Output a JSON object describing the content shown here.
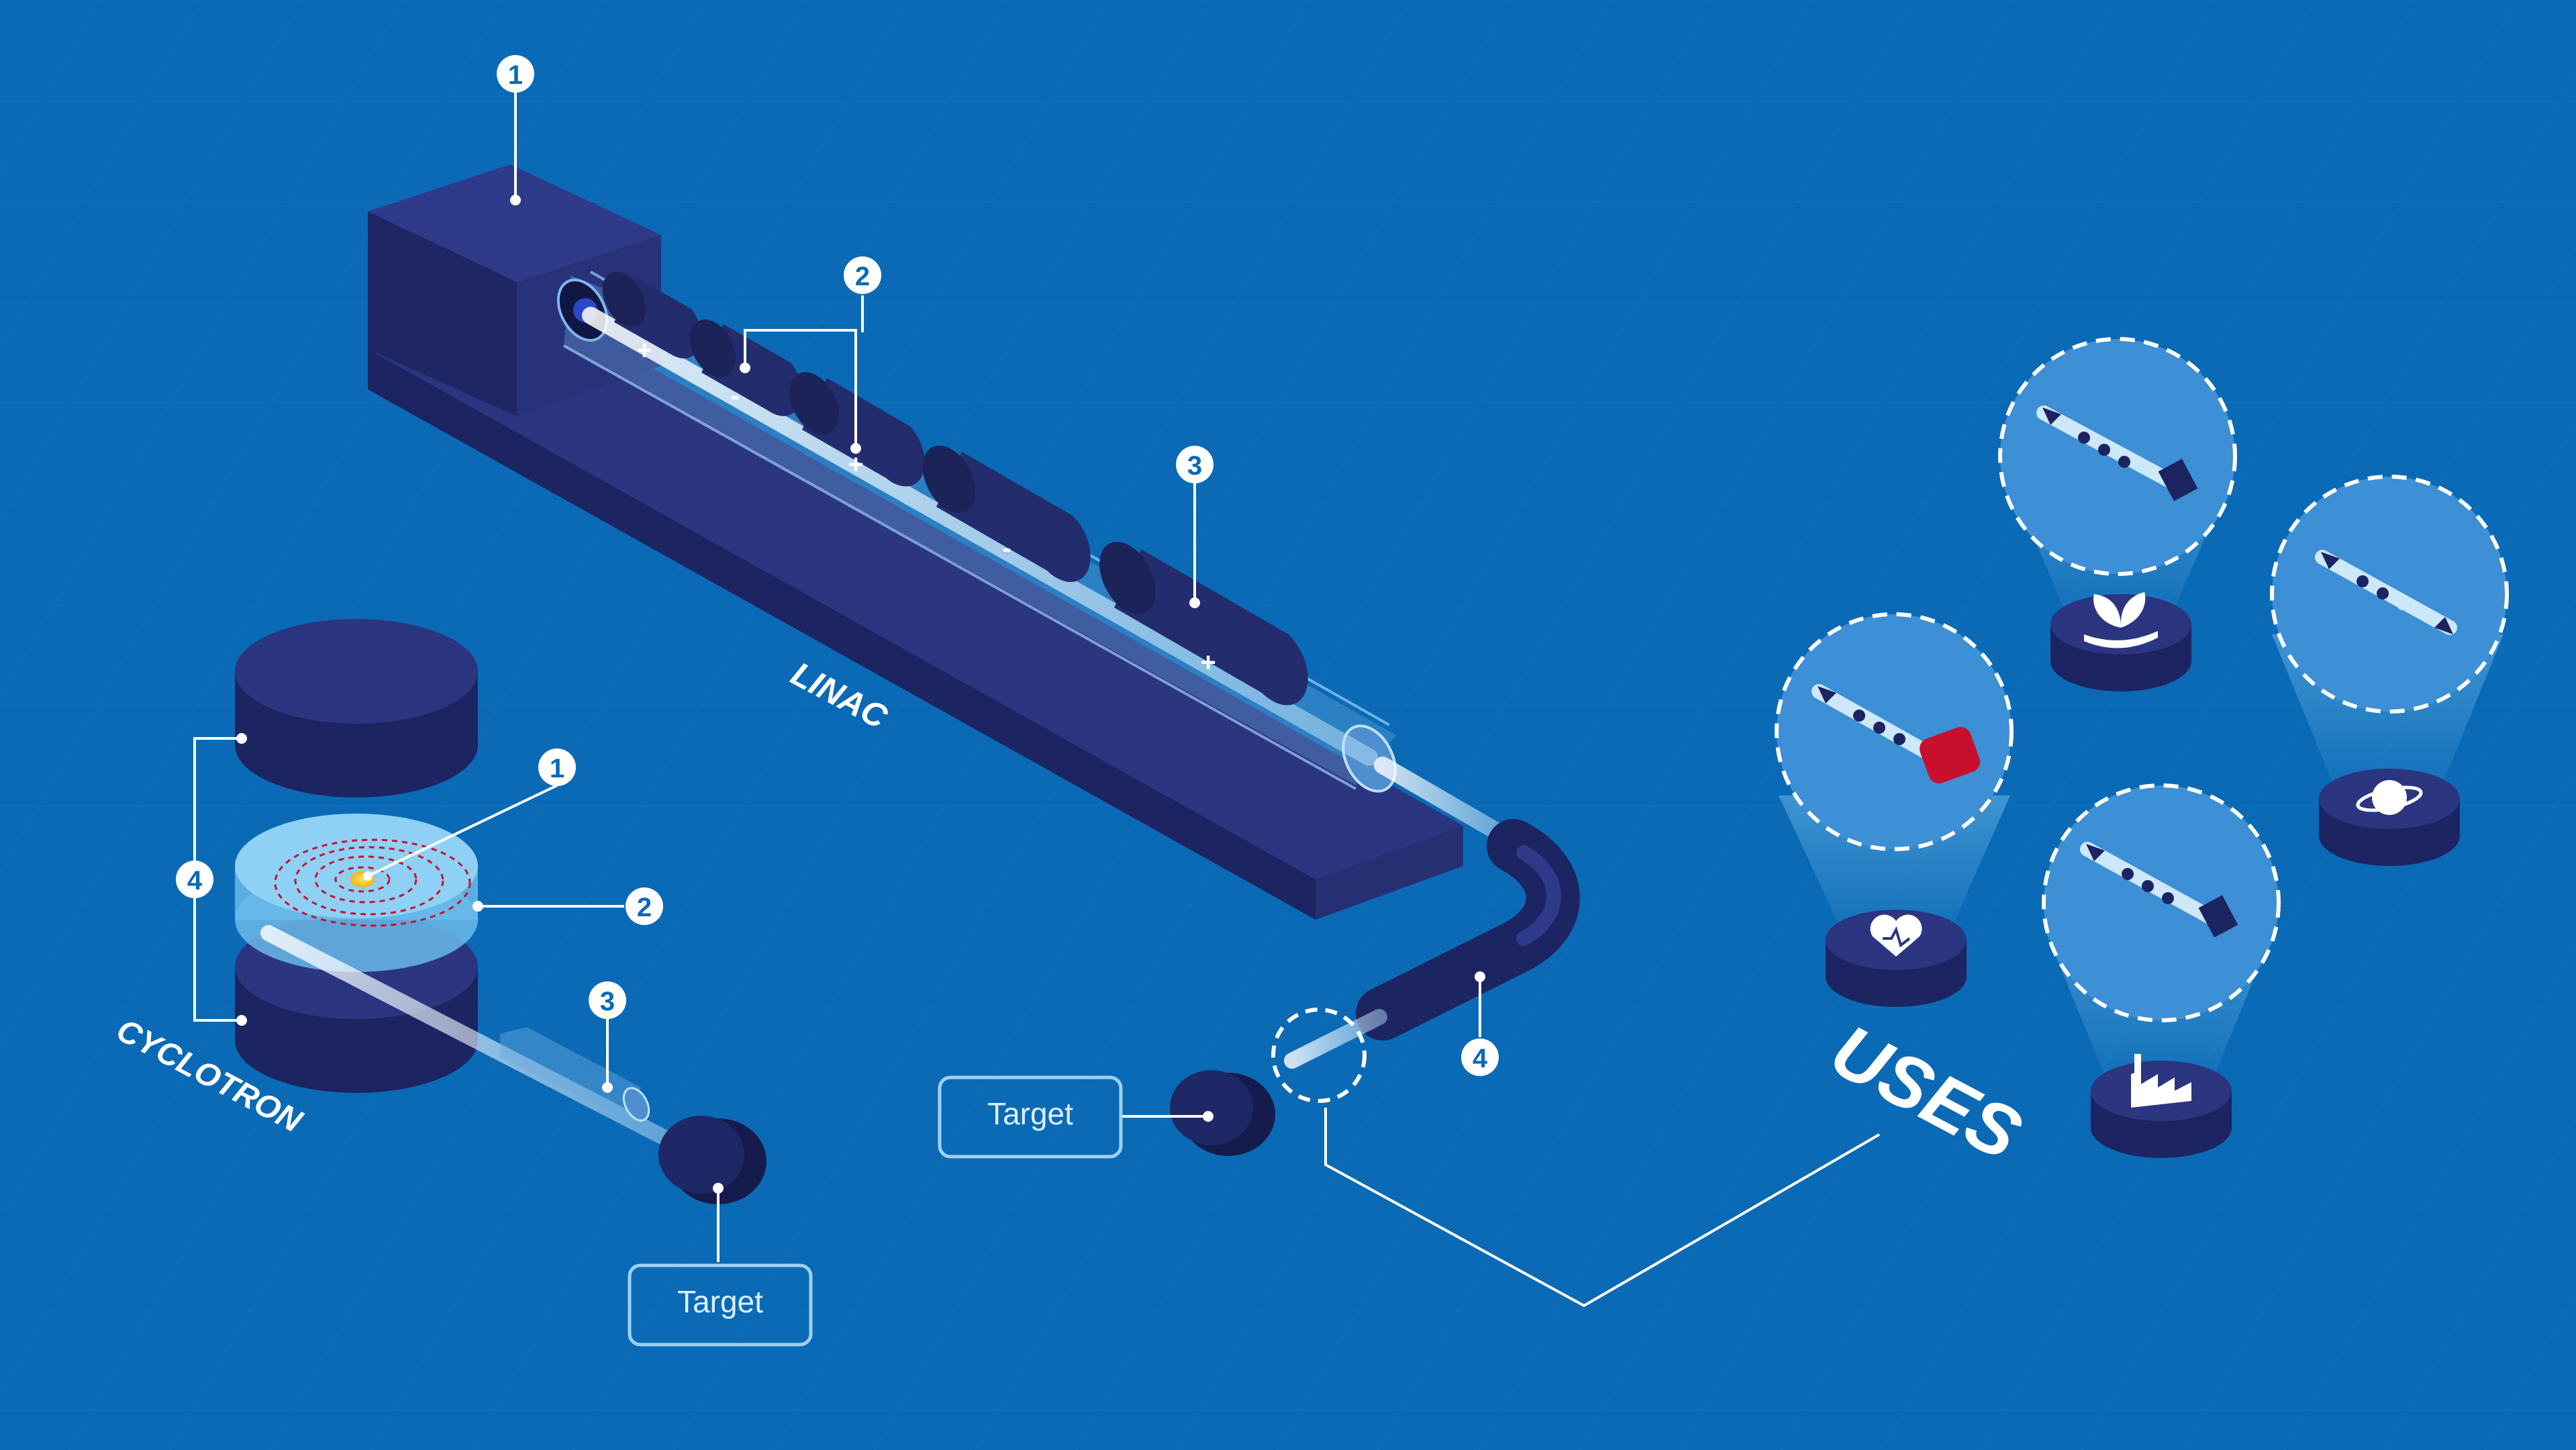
{
  "labels": {
    "linac": "LINAC",
    "cyclotron": "CYCLOTRON",
    "uses": "USES",
    "target_linac": "Target",
    "target_cyclotron": "Target"
  },
  "markers": {
    "linac_1": "1",
    "linac_2": "2",
    "linac_3": "3",
    "linac_4": "4",
    "cyc_1": "1",
    "cyc_2": "2",
    "cyc_3": "3",
    "cyc_4": "4"
  },
  "signs": {
    "e1": "+",
    "e2": "-",
    "e3": "+",
    "e4": "-",
    "e5": "+"
  },
  "uses_icons": [
    "heart-medicine-icon",
    "plant-hand-icon",
    "factory-icon",
    "planet-icon"
  ],
  "colors": {
    "background": "#0a6ab5",
    "structure_dark": "#232d6e",
    "structure_light": "#3a4592",
    "beam": "#cde8f8",
    "accent": "#c8102e"
  }
}
